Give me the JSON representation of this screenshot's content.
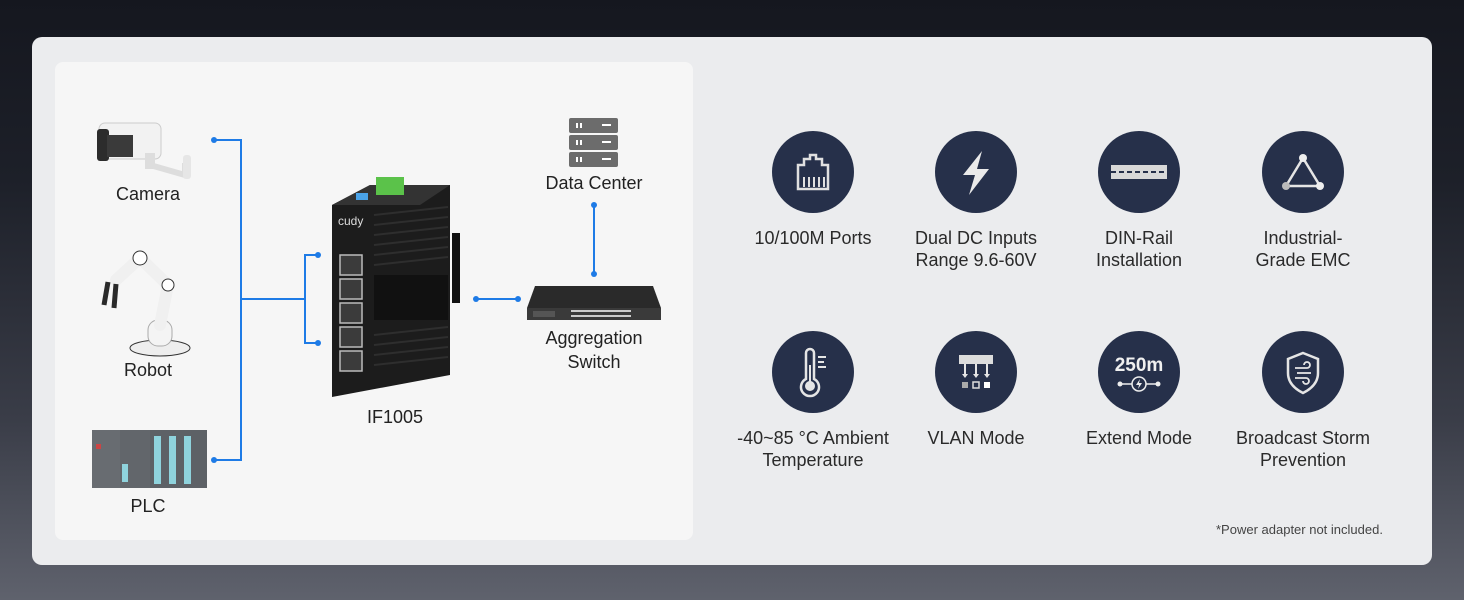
{
  "diagram": {
    "devices": {
      "camera": "Camera",
      "robot": "Robot",
      "plc": "PLC",
      "switch_model": "IF1005",
      "switch_brand": "cudy",
      "data_center": "Data Center",
      "aggregation_switch_line1": "Aggregation",
      "aggregation_switch_line2": "Switch"
    },
    "link_color": "#1e7be6"
  },
  "features": [
    {
      "icon": "ethernet-port-icon",
      "line1": "10/100M Ports",
      "line2": ""
    },
    {
      "icon": "lightning-bolt-icon",
      "line1": "Dual DC Inputs",
      "line2": "Range 9.6-60V"
    },
    {
      "icon": "din-rail-icon",
      "line1": "DIN-Rail",
      "line2": "Installation"
    },
    {
      "icon": "triangle-nodes-icon",
      "line1": "Industrial-",
      "line2": "Grade EMC"
    },
    {
      "icon": "thermometer-icon",
      "line1": "-40~85 °C Ambient",
      "line2": "Temperature"
    },
    {
      "icon": "vlan-icon",
      "line1": "VLAN Mode",
      "line2": ""
    },
    {
      "icon": "extend-250m-icon",
      "line1": "Extend Mode",
      "line2": "",
      "badge": "250m"
    },
    {
      "icon": "shield-storm-icon",
      "line1": "Broadcast Storm",
      "line2": "Prevention"
    }
  ],
  "footnote": "*Power adapter not included.",
  "colors": {
    "icon_circle": "#26304a",
    "card": "#ebecee",
    "diagram_panel": "#f6f6f6"
  }
}
